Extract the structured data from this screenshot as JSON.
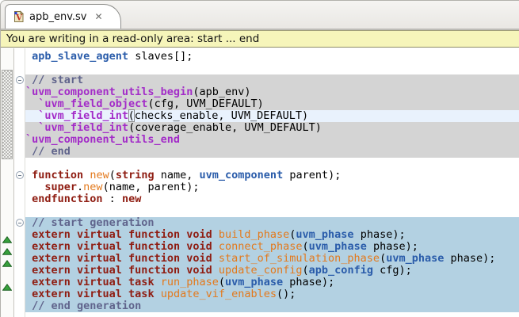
{
  "tab_bar": {
    "tabs": [
      {
        "label": "apb_env.sv",
        "active": true,
        "close_glyph": "✕",
        "file_icon_letter": "V"
      }
    ]
  },
  "warning_bar": {
    "text": "You are writing in a read-only area: start ... end"
  },
  "colors": {
    "keyword": "#8f1d12",
    "method": "#e3791c",
    "user_type": "#2a5caa",
    "macro": "#a32cc8",
    "comment": "#60648c",
    "readonly_bg": "#d4d4d4",
    "current_line_bg": "#e9f2fd",
    "selection_bg": "#b3d1e2",
    "warning_bg": "#f6f5ba",
    "marker_green": "#37a13c"
  },
  "editor": {
    "lines": [
      {
        "tokens": [
          [
            " ",
            "pl"
          ],
          [
            "apb_slave_agent",
            "ty"
          ],
          [
            " slaves[];",
            "pl"
          ]
        ],
        "bg": "",
        "fold": false,
        "marker": false
      },
      {
        "tokens": [],
        "bg": "",
        "fold": false,
        "marker": false
      },
      {
        "tokens": [
          [
            " // start",
            "cm"
          ]
        ],
        "bg": "ro",
        "fold": true,
        "marker": false
      },
      {
        "tokens": [
          [
            "`uvm_component_utils_begin",
            "mc"
          ],
          [
            "(apb_env)",
            "pl"
          ]
        ],
        "bg": "ro",
        "fold": false,
        "marker": false
      },
      {
        "tokens": [
          [
            "  ",
            "pl"
          ],
          [
            "`uvm_field_object",
            "mc"
          ],
          [
            "(cfg, UVM_DEFAULT)",
            "pl"
          ]
        ],
        "bg": "ro",
        "fold": false,
        "marker": false
      },
      {
        "tokens": [
          [
            "  ",
            "pl"
          ],
          [
            "`uvm_field_int",
            "mc"
          ],
          [
            "|",
            "caret"
          ],
          [
            "(",
            "brk"
          ],
          [
            "checks_enable, UVM_DEFAULT)",
            "pl"
          ]
        ],
        "bg": "ro cur",
        "fold": false,
        "marker": false
      },
      {
        "tokens": [
          [
            "  ",
            "pl"
          ],
          [
            "`uvm_field_int",
            "mc"
          ],
          [
            "(coverage_enable, UVM_DEFAULT)",
            "pl"
          ]
        ],
        "bg": "ro",
        "fold": false,
        "marker": false
      },
      {
        "tokens": [
          [
            "`uvm_component_utils_end",
            "mc"
          ]
        ],
        "bg": "ro",
        "fold": false,
        "marker": false
      },
      {
        "tokens": [
          [
            " // end",
            "cm"
          ]
        ],
        "bg": "ro",
        "fold": false,
        "marker": false
      },
      {
        "tokens": [],
        "bg": "",
        "fold": false,
        "marker": false
      },
      {
        "tokens": [
          [
            " ",
            "pl"
          ],
          [
            "function",
            "kw"
          ],
          [
            " ",
            "pl"
          ],
          [
            "new",
            "fn"
          ],
          [
            "(",
            "pl"
          ],
          [
            "string",
            "kw"
          ],
          [
            " name, ",
            "pl"
          ],
          [
            "uvm_component",
            "ty"
          ],
          [
            " parent);",
            "pl"
          ]
        ],
        "bg": "",
        "fold": true,
        "marker": false
      },
      {
        "tokens": [
          [
            "   ",
            "pl"
          ],
          [
            "super",
            "kw"
          ],
          [
            ".",
            "pl"
          ],
          [
            "new",
            "fn"
          ],
          [
            "(name, parent);",
            "pl"
          ]
        ],
        "bg": "",
        "fold": false,
        "marker": false
      },
      {
        "tokens": [
          [
            " ",
            "pl"
          ],
          [
            "endfunction",
            "kw"
          ],
          [
            " : ",
            "pl"
          ],
          [
            "new",
            "kw"
          ]
        ],
        "bg": "",
        "fold": false,
        "marker": false
      },
      {
        "tokens": [],
        "bg": "",
        "fold": false,
        "marker": false
      },
      {
        "tokens": [
          [
            " // start generation",
            "cm"
          ]
        ],
        "bg": "sel",
        "fold": true,
        "marker": false
      },
      {
        "tokens": [
          [
            " ",
            "pl"
          ],
          [
            "extern virtual function void",
            "kw"
          ],
          [
            " ",
            "pl"
          ],
          [
            "build_phase",
            "fn"
          ],
          [
            "(",
            "pl"
          ],
          [
            "uvm_phase",
            "ty"
          ],
          [
            " phase);",
            "pl"
          ]
        ],
        "bg": "sel",
        "fold": false,
        "marker": true
      },
      {
        "tokens": [
          [
            " ",
            "pl"
          ],
          [
            "extern virtual function void",
            "kw"
          ],
          [
            " ",
            "pl"
          ],
          [
            "connect_phase",
            "fn"
          ],
          [
            "(",
            "pl"
          ],
          [
            "uvm_phase",
            "ty"
          ],
          [
            " phase);",
            "pl"
          ]
        ],
        "bg": "sel",
        "fold": false,
        "marker": true
      },
      {
        "tokens": [
          [
            " ",
            "pl"
          ],
          [
            "extern virtual function void",
            "kw"
          ],
          [
            " ",
            "pl"
          ],
          [
            "start_of_simulation_phase",
            "fn"
          ],
          [
            "(",
            "pl"
          ],
          [
            "uvm_phase",
            "ty"
          ],
          [
            " phase);",
            "pl"
          ]
        ],
        "bg": "sel",
        "fold": false,
        "marker": true
      },
      {
        "tokens": [
          [
            " ",
            "pl"
          ],
          [
            "extern virtual function void",
            "kw"
          ],
          [
            " ",
            "pl"
          ],
          [
            "update_config",
            "fn"
          ],
          [
            "(",
            "pl"
          ],
          [
            "apb_config",
            "ty"
          ],
          [
            " cfg);",
            "pl"
          ]
        ],
        "bg": "sel",
        "fold": false,
        "marker": false
      },
      {
        "tokens": [
          [
            " ",
            "pl"
          ],
          [
            "extern virtual task",
            "kw"
          ],
          [
            " ",
            "pl"
          ],
          [
            "run_phase",
            "fn"
          ],
          [
            "(",
            "pl"
          ],
          [
            "uvm_phase",
            "ty"
          ],
          [
            " phase);",
            "pl"
          ]
        ],
        "bg": "sel",
        "fold": false,
        "marker": true
      },
      {
        "tokens": [
          [
            " ",
            "pl"
          ],
          [
            "extern virtual task",
            "kw"
          ],
          [
            " ",
            "pl"
          ],
          [
            "update_vif_enables",
            "fn"
          ],
          [
            "();",
            "pl"
          ]
        ],
        "bg": "sel",
        "fold": false,
        "marker": false
      },
      {
        "tokens": [
          [
            " // end generation",
            "cm"
          ]
        ],
        "bg": "sel",
        "fold": false,
        "marker": false
      }
    ]
  }
}
